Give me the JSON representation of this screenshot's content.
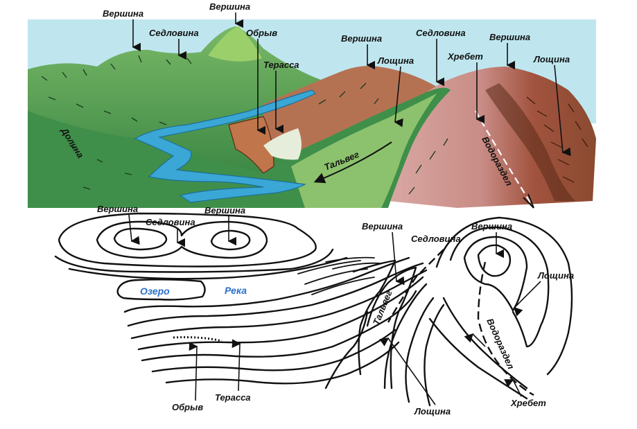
{
  "colors": {
    "sky": "#bfe6ef",
    "forest_dark": "#2f7d3d",
    "forest_light": "#79b867",
    "grass": "#a9cf7e",
    "river": "#3aa7d6",
    "cliff": "#c0754a",
    "ridge_red": "#a1533e",
    "ridge_pink": "#c98c86",
    "label_blue": "#2a6fc9"
  },
  "landscape": {
    "labels": {
      "peak_left": "Вершина",
      "peak_top": "Вершина",
      "saddle_left": "Седловина",
      "cliff": "Обрыв",
      "terrace": "Терасса",
      "peak_mid": "Вершина",
      "hollow_mid": "Лощина",
      "saddle_right": "Седловина",
      "ridge": "Хребет",
      "peak_right": "Вершина",
      "hollow_right": "Лощина",
      "valley": "Долина",
      "thalweg": "Тальвег",
      "watershed": "Водораздел"
    }
  },
  "contour_map": {
    "labels": {
      "peak_left": "Вершина",
      "saddle_left": "Седловина",
      "peak_left2": "Вершина",
      "lake": "Озеро",
      "river": "Река",
      "cliff": "Обрыв",
      "terrace": "Терасса",
      "peak_mid": "Вершина",
      "saddle_right": "Седловина",
      "peak_right": "Вершина",
      "hollow_right": "Лощина",
      "thalweg": "Тальвег",
      "watershed": "Водораздел",
      "hollow_bottom": "Лощина",
      "ridge": "Хребет"
    }
  }
}
